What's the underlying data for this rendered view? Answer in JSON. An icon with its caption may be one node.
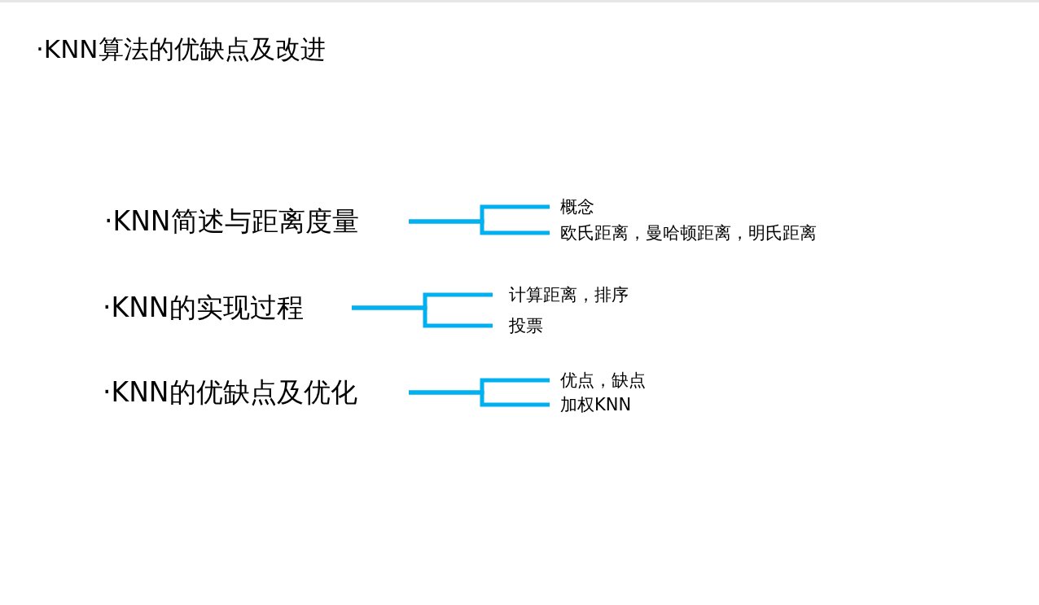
{
  "diagram": {
    "title": "·KNN算法的优缺点及改进",
    "nodes": [
      {
        "text": [
          "·KNN简述与距离度量"
        ]
      },
      {
        "text": [
          "概念"
        ]
      },
      {
        "text": [
          "欧氏距离，曼哈顿距离，明氏距离"
        ]
      },
      {
        "text": [
          "·KNN的实现过程"
        ]
      },
      {
        "text": [
          "计算距离，排序"
        ]
      },
      {
        "text": [
          "投票"
        ]
      },
      {
        "text": [
          "·KNN的优缺点及优化"
        ]
      },
      {
        "text": [
          "优点，缺点"
        ]
      },
      {
        "text": [
          "加权KNN"
        ]
      }
    ],
    "edges": [
      {
        "from": 0,
        "to": 1,
        "arrow": "none"
      },
      {
        "from": 0,
        "to": 2,
        "arrow": "none"
      },
      {
        "from": 3,
        "to": 4,
        "arrow": "none"
      },
      {
        "from": 3,
        "to": 5,
        "arrow": "none"
      },
      {
        "from": 6,
        "to": 7,
        "arrow": "none"
      },
      {
        "from": 6,
        "to": 8,
        "arrow": "none"
      }
    ]
  }
}
